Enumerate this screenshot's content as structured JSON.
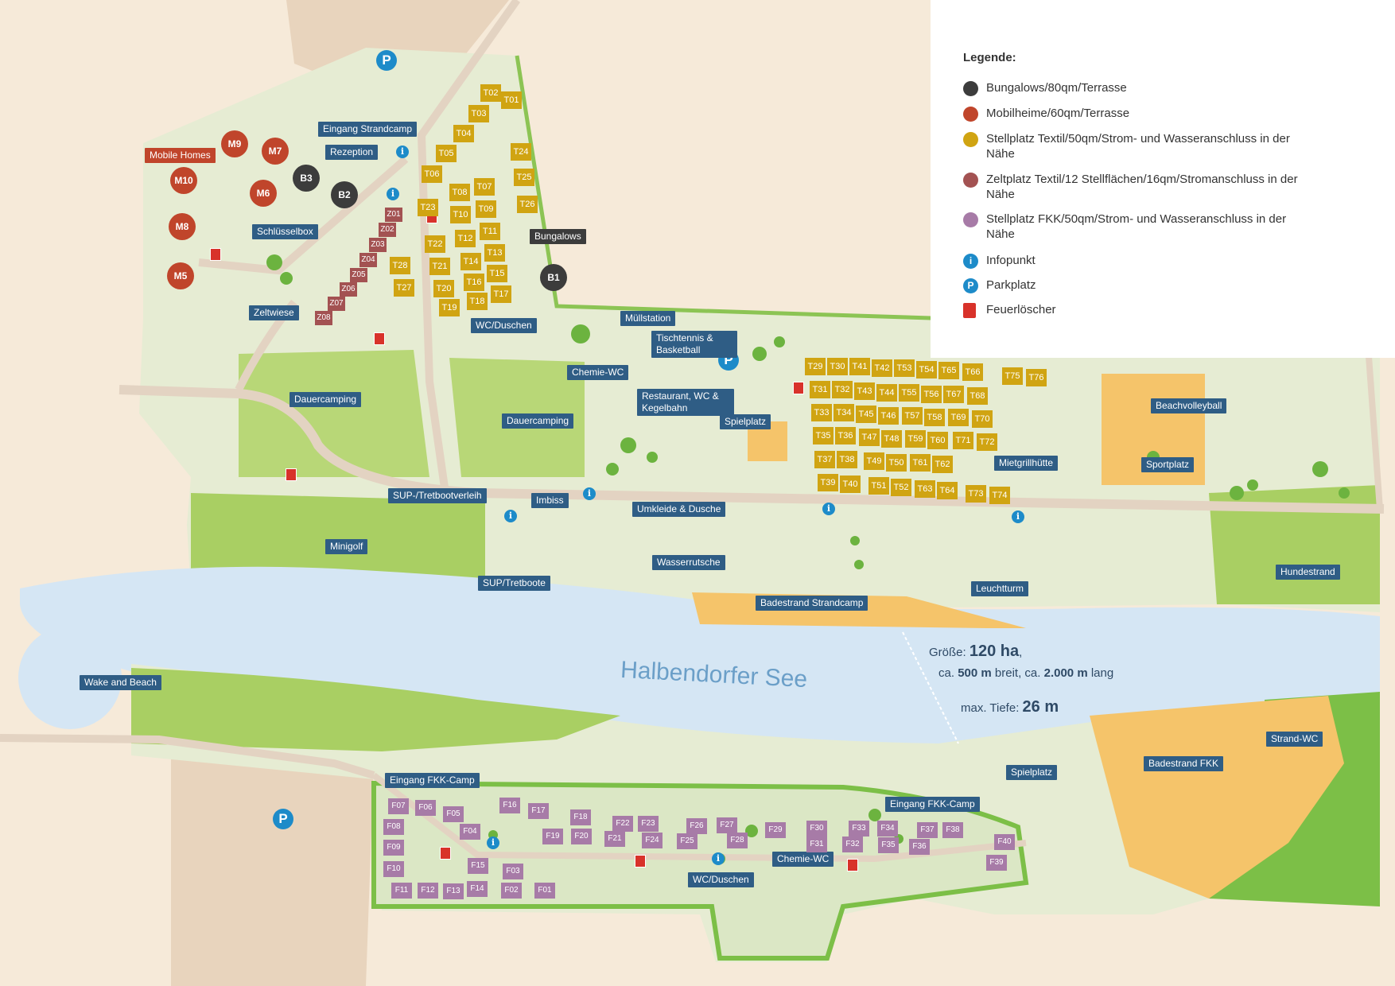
{
  "legend": {
    "title": "Legende:",
    "items": [
      {
        "text": "Bungalows/80qm/Terrasse",
        "color": "#3c3c3c",
        "icon": "dark-circle"
      },
      {
        "text": "Mobilheime/60qm/Terrasse",
        "color": "#c0452b",
        "icon": "red-circle"
      },
      {
        "text": "Stellplatz Textil/50qm/Strom- und Wasseranschluss in der Nähe",
        "color": "#d0a412",
        "icon": "yellow-circle"
      },
      {
        "text": "Zeltplatz Textil/12 Stellflächen/16qm/Stromanschluss in der Nähe",
        "color": "#a35252",
        "icon": "brown-circle"
      },
      {
        "text": "Stellplatz FKK/50qm/Strom- und Wasseranschluss in der Nähe",
        "color": "#a77ba7",
        "icon": "purple-circle"
      },
      {
        "text": "Infopunkt",
        "color": "#1d8bc9",
        "icon": "info-icon"
      },
      {
        "text": "Parkplatz",
        "color": "#1d8bc9",
        "icon": "parking-icon"
      },
      {
        "text": "Feuerlöscher",
        "color": "#d8322a",
        "icon": "fire-extinguisher-icon"
      }
    ]
  },
  "lake": {
    "name": "Halbendorfer See",
    "size_prefix": "Größe:",
    "size_value": "120 ha",
    "width_prefix": "ca.",
    "width_value": "500 m",
    "width_suffix": "breit, ca.",
    "length_value": "2.000 m",
    "length_suffix": "lang",
    "depth_prefix": "max. Tiefe:",
    "depth_value": "26 m"
  },
  "labels": {
    "eingang_strandcamp": "Eingang Strandcamp",
    "rezeption": "Rezeption",
    "mobile_homes": "Mobile Homes",
    "schluesselbox": "Schlüsselbox",
    "bungalows": "Bungalows",
    "zeltwiese": "Zeltwiese",
    "wc_duschen_top": "WC/Duschen",
    "muellstation": "Müllstation",
    "tischtennis": "Tischtennis & Basketball",
    "chemie_wc_top": "Chemie-WC",
    "dauercamping_1": "Dauercamping",
    "dauercamping_2": "Dauercamping",
    "restaurant": "Restaurant, WC & Kegelbahn",
    "spielplatz_top": "Spielplatz",
    "beachvolleyball": "Beachvolleyball",
    "mietgrillhuette": "Mietgrillhütte",
    "sportplatz": "Sportplatz",
    "sup_verleih": "SUP-/Tretbootverleih",
    "imbiss": "Imbiss",
    "umkleide": "Umkleide & Dusche",
    "minigolf": "Minigolf",
    "wasserrutsche": "Wasserrutsche",
    "sup_tretboote": "SUP/Tretboote",
    "hundestrand": "Hundestrand",
    "badestrand_strandcamp": "Badestrand Strandcamp",
    "leuchtturm": "Leuchtturm",
    "wake_and_beach": "Wake and Beach",
    "strand_wc": "Strand-WC",
    "badestrand_fkk": "Badestrand FKK",
    "spielplatz_fkk": "Spielplatz",
    "eingang_fkk_1": "Eingang FKK-Camp",
    "eingang_fkk_2": "Eingang FKK-Camp",
    "chemie_wc_fkk": "Chemie-WC",
    "wc_duschen_fkk": "WC/Duschen"
  },
  "mobile_homes": [
    "M9",
    "M7",
    "M10",
    "M6",
    "M8",
    "M5"
  ],
  "bungalows": [
    "B3",
    "B2",
    "B1"
  ],
  "sites_T": [
    "T01",
    "T02",
    "T03",
    "T04",
    "T05",
    "T06",
    "T07",
    "T08",
    "T09",
    "T10",
    "T11",
    "T12",
    "T13",
    "T14",
    "T15",
    "T16",
    "T17",
    "T18",
    "T19",
    "T20",
    "T21",
    "T22",
    "T23",
    "T24",
    "T25",
    "T26",
    "T27",
    "T28",
    "T29",
    "T30",
    "T31",
    "T32",
    "T33",
    "T34",
    "T35",
    "T36",
    "T37",
    "T38",
    "T39",
    "T40",
    "T41",
    "T42",
    "T43",
    "T44",
    "T45",
    "T46",
    "T47",
    "T48",
    "T49",
    "T50",
    "T51",
    "T52",
    "T53",
    "T54",
    "T55",
    "T56",
    "T57",
    "T58",
    "T59",
    "T60",
    "T61",
    "T62",
    "T63",
    "T64",
    "T65",
    "T66",
    "T67",
    "T68",
    "T69",
    "T70",
    "T71",
    "T72",
    "T73",
    "T74",
    "T75",
    "T76"
  ],
  "sites_Z": [
    "Z01",
    "Z02",
    "Z03",
    "Z04",
    "Z05",
    "Z06",
    "Z07",
    "Z08"
  ],
  "sites_F": [
    "F01",
    "F02",
    "F03",
    "F04",
    "F05",
    "F06",
    "F07",
    "F08",
    "F09",
    "F10",
    "F11",
    "F12",
    "F13",
    "F14",
    "F15",
    "F16",
    "F17",
    "F18",
    "F19",
    "F20",
    "F21",
    "F22",
    "F23",
    "F24",
    "F25",
    "F26",
    "F27",
    "F28",
    "F29",
    "F30",
    "F31",
    "F32",
    "F33",
    "F34",
    "F35",
    "F36",
    "F37",
    "F38",
    "F39",
    "F40"
  ],
  "icons": {
    "parking": "P",
    "info": "i"
  }
}
